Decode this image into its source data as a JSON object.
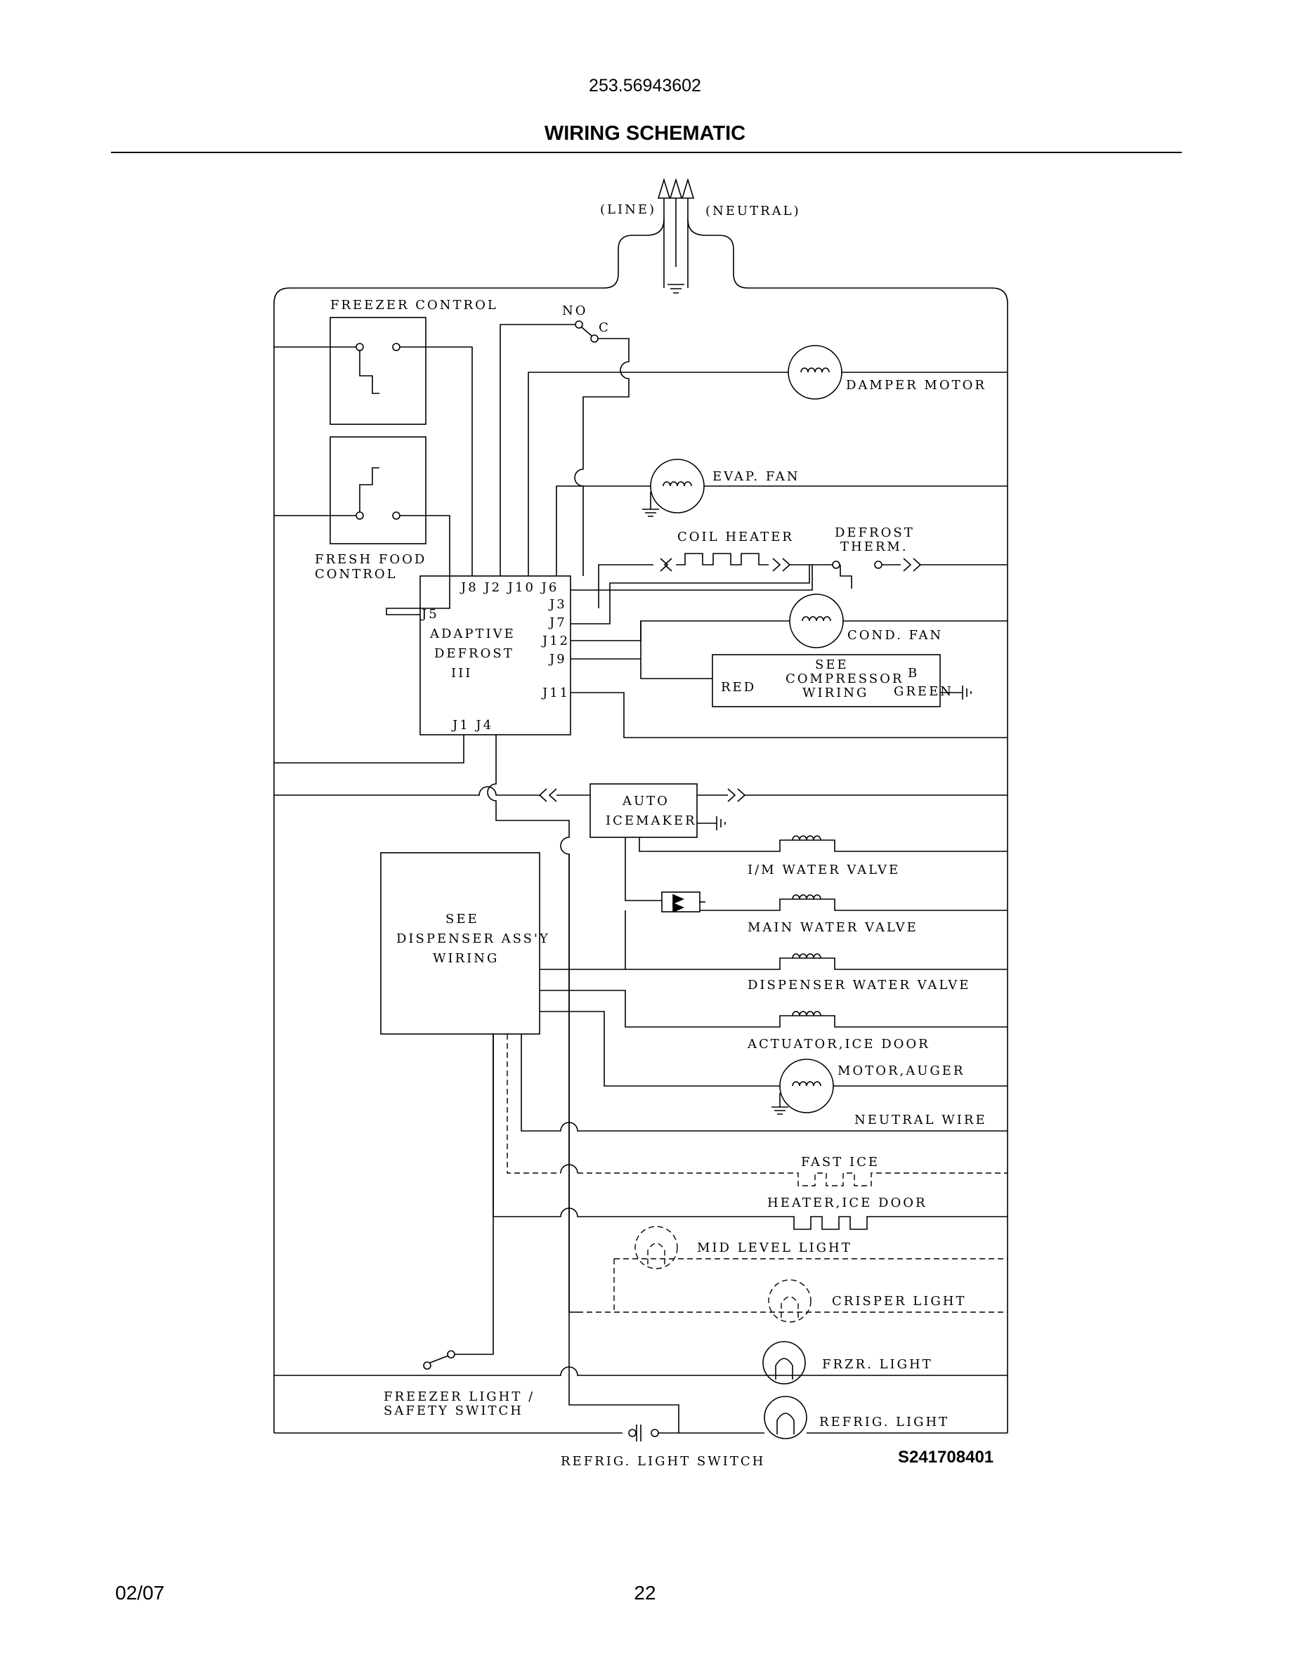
{
  "header": {
    "model_number": "253.56943602",
    "title": "WIRING SCHEMATIC"
  },
  "footer": {
    "date": "02/07",
    "page_number": "22"
  },
  "diagram": {
    "code": "S241708401",
    "supply": {
      "line": "(LINE)",
      "neutral": "(NEUTRAL)"
    },
    "controls": {
      "freezer_control": "FREEZER CONTROL",
      "fresh_food_line1": "FRESH FOOD",
      "fresh_food_line2": "CONTROL"
    },
    "switch": {
      "no": "NO",
      "c": "C"
    },
    "board": {
      "line1": "ADAPTIVE",
      "line2": "DEFROST",
      "line3": "III",
      "top_pins": "J8  J2  J10  J6",
      "pin_j5": "J5",
      "pin_j3": "J3",
      "pin_j7": "J7",
      "pin_j12": "J12",
      "pin_j9": "J9",
      "pin_j11": "J11",
      "bottom_pins": "J1  J4"
    },
    "components": {
      "damper_motor": "DAMPER MOTOR",
      "evap_fan": "EVAP.  FAN",
      "coil_heater": "COIL HEATER",
      "defrost_therm_line1": "DEFROST",
      "defrost_therm_line2": "THERM.",
      "cond_fan": "COND.  FAN",
      "compressor_line1": "SEE",
      "compressor_line2": "COMPRESSOR",
      "compressor_line3": "WIRING",
      "red": "RED",
      "b": "B",
      "green": "GREEN",
      "icemaker_line1": "AUTO",
      "icemaker_line2": "ICEMAKER",
      "im_water_valve": "I/M WATER VALVE",
      "main_water_valve": "MAIN WATER VALVE",
      "dispenser_water_valve": "DISPENSER WATER VALVE",
      "actuator_ice_door": "ACTUATOR,ICE DOOR",
      "motor_auger": "MOTOR,AUGER",
      "neutral_wire": "NEUTRAL WIRE",
      "fast_ice": "FAST ICE",
      "heater_ice_door": "HEATER,ICE DOOR",
      "mid_level_light": "MID LEVEL LIGHT",
      "crisper_light": "CRISPER LIGHT",
      "frzr_light": "FRZR.  LIGHT",
      "refrig_light": "REFRIG.  LIGHT",
      "dispenser_line1": "SEE",
      "dispenser_line2": "DISPENSER ASS'Y",
      "dispenser_line3": "WIRING",
      "freezer_switch_line1": "FREEZER LIGHT /",
      "freezer_switch_line2": "SAFETY SWITCH",
      "refrig_light_switch": "REFRIG.  LIGHT SWITCH"
    }
  }
}
